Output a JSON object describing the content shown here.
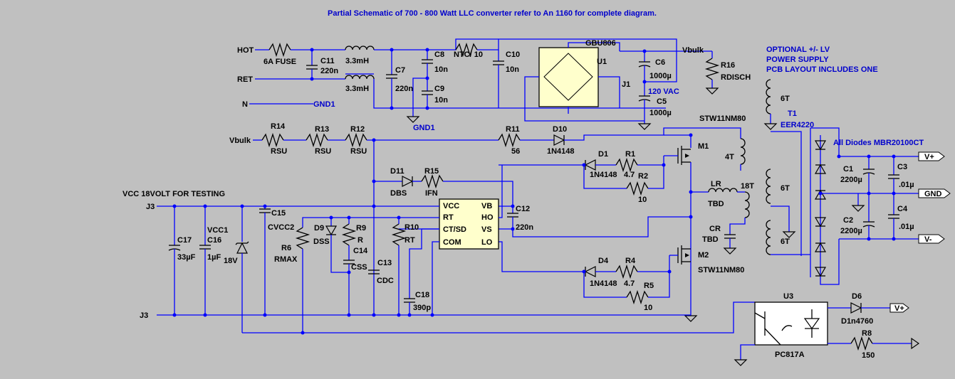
{
  "title": "Partial Schematic of 700 - 800 Watt LLC converter refer to An 1160 for complete diagram.",
  "colors": {
    "background": "#c0c0c0",
    "wire": "#0000ff",
    "component": "#000000",
    "text": "#000000",
    "note": "#0000cc",
    "ic_fill": "#ffffcc"
  },
  "labels": {
    "hot": "HOT",
    "ret": "RET",
    "n": "N",
    "gnd1_a": "GND1",
    "gnd1_b": "GND1",
    "fuse": "6A FUSE",
    "c11": "C11",
    "c11v": "220n",
    "l1": "3.3mH",
    "l2": "3.3mH",
    "c7": "C7",
    "c7v": "220n",
    "c8": "C8",
    "c8v": "10n",
    "c9": "C9",
    "c9v": "10n",
    "ntc": "NTC/ 10",
    "c10": "C10",
    "c10v": "10n",
    "gbu": "GBU806",
    "u1": "U1",
    "j1": "J1",
    "c6": "C6",
    "c6v": "1000µ",
    "vac": "120 VAC",
    "c5": "C5",
    "c5v": "1000µ",
    "vbulk_top": "Vbulk",
    "r16": "R16",
    "r16v": "RDISCH",
    "opt1": "OPTIONAL +/- LV",
    "opt2": "POWER SUPPLY",
    "opt3": "PCB LAYOUT INCLUDES ONE",
    "t6a": "6T",
    "t1": "T1",
    "eer": "EER4220",
    "alld": "All Diodes MBR20100CT",
    "vplus1": "V+",
    "c1": "C1",
    "c1v": "2200µ",
    "c3": "C3",
    "c3v": ".01µ",
    "t6b": "6T",
    "gnd": "GND",
    "c2": "C2",
    "c2v": "2200µ",
    "c4": "C4",
    "c4v": ".01µ",
    "vminus": "V-",
    "t6c": "6T",
    "vbulk_left": "Vbulk",
    "r14": "R14",
    "r14v": "RSU",
    "r13": "R13",
    "r13v": "RSU",
    "r12": "R12",
    "r12v": "RSU",
    "r11": "R11",
    "r11v": "56",
    "d10": "D10",
    "d10v": "1N4148",
    "stw1": "STW11NM80",
    "m1": "M1",
    "d1": "D1",
    "d1v": "1N4148",
    "r1": "R1",
    "r1v": "4.7",
    "r2": "R2",
    "r2v": "10",
    "t4": "4T",
    "lr": "LR",
    "lrv": "TBD",
    "t18": "18T",
    "cr": "CR",
    "crv": "TBD",
    "d11": "D11",
    "d11v": "DBS",
    "r15": "R15",
    "r15v": "IFN",
    "vcc_test": "VCC 18VOLT FOR TESTING",
    "j3a": "J3",
    "j3b": "J3",
    "c15": "C15",
    "c15v": "CVCC2",
    "vcc1": "VCC1",
    "c16": "C16",
    "c16v": "1µF",
    "c17": "C17",
    "c17v": "33µF",
    "z18": "18V",
    "r6": "R6",
    "r6v": "RMAX",
    "d9": "D9",
    "d9v": "DSS",
    "r9": "R9",
    "r9v": "R",
    "c14": "C14",
    "c14v": "CSS",
    "c13": "C13",
    "c13v": "CDC",
    "r10": "R10",
    "r10v": "RT",
    "c18": "C18",
    "c18v": "390p",
    "pin_vcc": "VCC",
    "pin_rt": "RT",
    "pin_ctsd": "CT/SD",
    "pin_com": "COM",
    "pin_vb": "VB",
    "pin_ho": "HO",
    "pin_vs": "VS",
    "pin_lo": "LO",
    "c12": "C12",
    "c12v": "220n",
    "d4": "D4",
    "d4v": "1N4148",
    "r4": "R4",
    "r4v": "4.7",
    "r5": "R5",
    "r5v": "10",
    "m2": "M2",
    "stw2": "STW11NM80",
    "u3": "U3",
    "u3v": "PC817A",
    "d6": "D6",
    "d6v": "D1n4760",
    "vplus2": "V+",
    "r8": "R8",
    "r8v": "150"
  }
}
